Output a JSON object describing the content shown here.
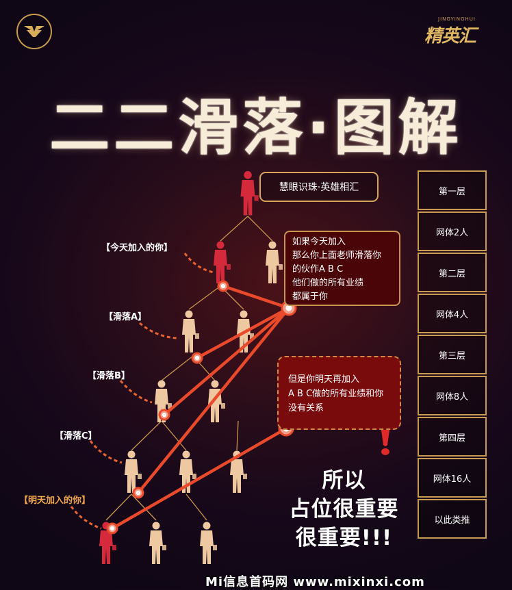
{
  "brand": {
    "logo_text": "精英汇",
    "logo_pinyin": "JINGYINGHUI"
  },
  "title": "二二滑落·图解",
  "top_callout": "慧眼识珠·英雄相汇",
  "tags": {
    "today": "【今天加入的你】",
    "slide_a": "【滑落A】",
    "slide_b": "【滑落B】",
    "slide_c": "【滑落C】",
    "tomorrow": "【明天加入的你】"
  },
  "bubble_top": {
    "lines": [
      "如果今天加入",
      "那么你上面老师滑落你",
      "的伙作A B C",
      "他们做的所有业绩",
      "都属于你"
    ]
  },
  "bubble_bottom": {
    "lines": [
      "但是你明天再加入",
      "A B C做的所有业绩和你",
      "没有关系"
    ]
  },
  "conclusion": [
    "所以",
    "占位很重要",
    "很重要!!!"
  ],
  "ladder": [
    "第一层",
    "网体2人",
    "第二层",
    "网体4人",
    "第三层",
    "网体8人",
    "第四层",
    "网体16人",
    "以此类推"
  ],
  "watermark": "Mi信息首码网 www.mixinxi.com",
  "colors": {
    "accent": "#e8502f",
    "gold": "#c99a52",
    "dark_red": "#4a0508"
  }
}
